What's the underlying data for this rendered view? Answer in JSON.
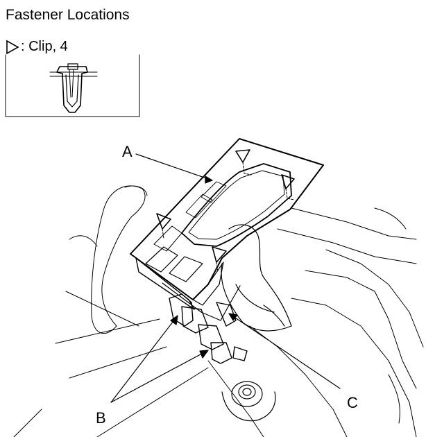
{
  "header": {
    "title": "Fastener Locations"
  },
  "legend": {
    "text": ": Clip, 4"
  },
  "callouts": {
    "a": "A",
    "b": "B",
    "c": "C"
  },
  "colors": {
    "line": "#000000",
    "background": "#ffffff"
  }
}
